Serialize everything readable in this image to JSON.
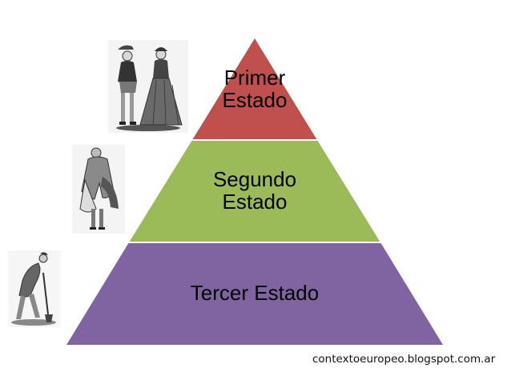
{
  "pyramid": {
    "tiers": [
      {
        "lines": [
          "Primer",
          "Estado"
        ],
        "color": "#c0504d"
      },
      {
        "lines": [
          "Segundo",
          "Estado"
        ],
        "color": "#9bbb59"
      },
      {
        "lines": [
          "Tercer Estado"
        ],
        "color": "#8064a2"
      }
    ],
    "separator_color": "#ffffff"
  },
  "illustrations": {
    "top": "nobility-couple-illustration",
    "middle": "clergy-figure-illustration",
    "bottom": "peasant-digging-illustration"
  },
  "credit": "contextoeuropeo.blogspot.com.ar"
}
